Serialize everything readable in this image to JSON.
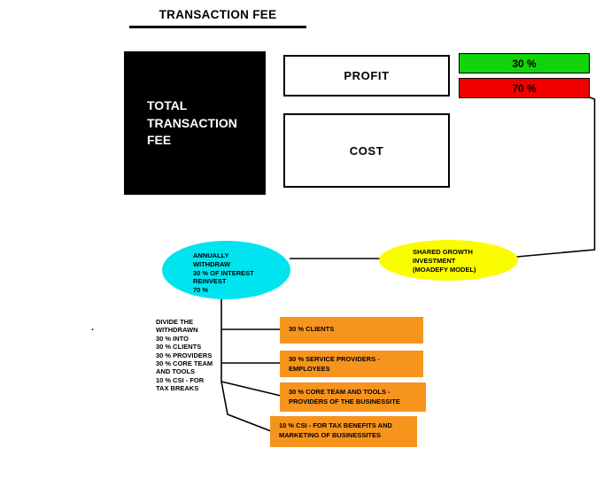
{
  "title": "TRANSACTION FEE",
  "total_box": {
    "text": "TOTAL\nTRANSACTION\nFEE"
  },
  "profit_box": {
    "label": "PROFIT"
  },
  "cost_box": {
    "label": "COST"
  },
  "legend": [
    {
      "label": "30 %",
      "color": "#12d40c"
    },
    {
      "label": "70 %",
      "color": "#f20000"
    }
  ],
  "annual_ellipse": {
    "text": "ANNUALLY\nWITHDRAW\n30 % OF INTEREST\nREINVEST\n70 %",
    "color": "#00e4ef"
  },
  "shared_ellipse": {
    "text": "SHARED GROWTH\nINVESTMENT\n(MOADEFY MODEL)",
    "color": "#fcfc00"
  },
  "division_note": "DIVIDE THE\nWITHDRAWN\n30 % INTO\n30 % CLIENTS\n30 % PROVIDERS\n30 % CORE TEAM\nAND TOOLS\n10 % CSI - FOR\nTAX BREAKS",
  "allocation_boxes": [
    {
      "label": "30 % CLIENTS"
    },
    {
      "label": "30 % SERVICE PROVIDERS - EMPLOYEES"
    },
    {
      "label": "30 % CORE TEAM AND TOOLS - PROVIDERS OF THE BUSINESSITE"
    },
    {
      "label": "10 % CSI - FOR TAX BENEFITS AND MARKETING OF BUSINESSITES"
    }
  ],
  "stray_mark": ".",
  "colors": {
    "green": "#12d40c",
    "red": "#f20000",
    "cyan": "#00e4ef",
    "yellow": "#fcfc00",
    "orange": "#f7941e",
    "black": "#000000"
  }
}
